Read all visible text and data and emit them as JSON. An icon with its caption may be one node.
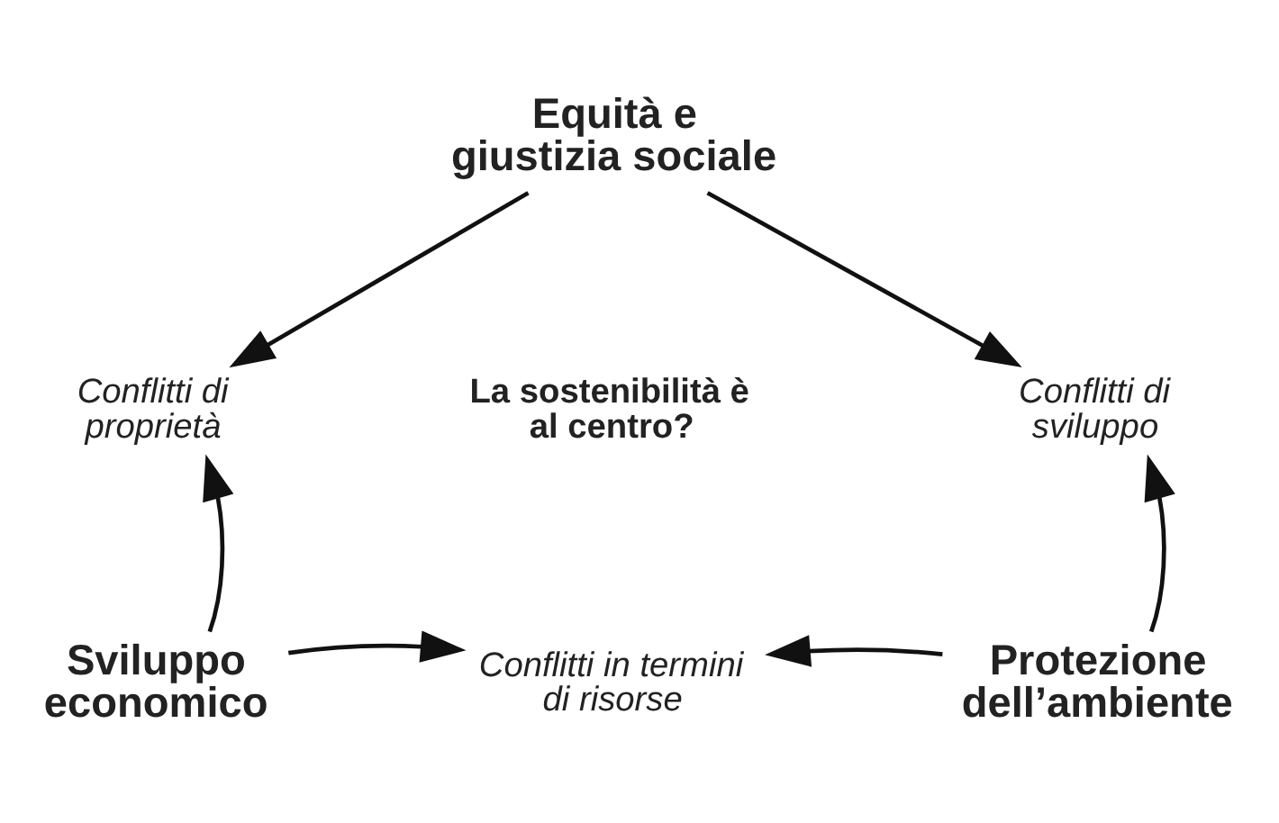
{
  "diagram": {
    "nodes": [
      {
        "text": [
          "Equità e giustizia sociale"
        ]
      },
      {
        "text": [
          "Conflitti di proprietà"
        ]
      },
      {
        "text": [
          "Conflitti di sviluppo"
        ]
      },
      {
        "text": [
          "Sviluppo economico"
        ]
      },
      {
        "text": [
          "Protezione dell’ambiente"
        ]
      },
      {
        "text": [
          "Conflitti in termini di risorse"
        ]
      }
    ],
    "edges": [
      {
        "from": 0,
        "to": 1,
        "arrow": "to"
      },
      {
        "from": 0,
        "to": 2,
        "arrow": "to"
      },
      {
        "from": 3,
        "to": 1,
        "arrow": "to"
      },
      {
        "from": 4,
        "to": 2,
        "arrow": "to"
      },
      {
        "from": 3,
        "to": 5,
        "arrow": "to"
      },
      {
        "from": 4,
        "to": 5,
        "arrow": "to"
      }
    ],
    "labels": [
      "La sostenibilità è al centro?"
    ]
  }
}
